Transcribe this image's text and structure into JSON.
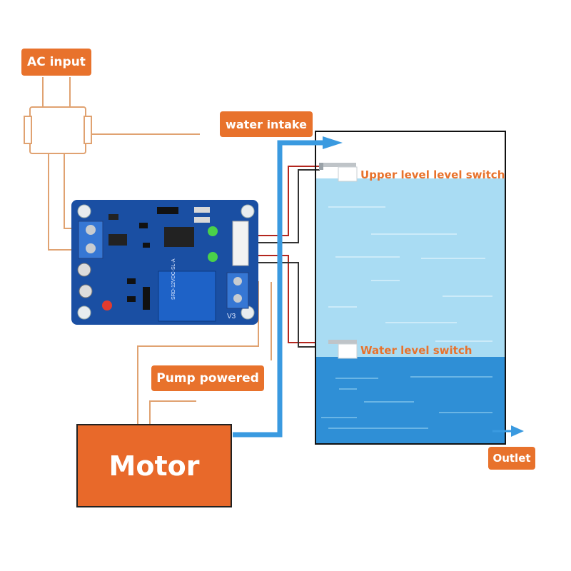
{
  "labels": {
    "ac_input": "AC input",
    "water_intake": "water intake",
    "upper_switch": "Upper level level switch",
    "water_switch": "Water level switch",
    "pump_powered": "Pump powered",
    "motor": "Motor",
    "outlet": "Outlet"
  },
  "board": {
    "version": "V3",
    "relay_model": "SRD-12VDC-SL-A"
  },
  "colors": {
    "accent_orange": "#e8722c",
    "wire_orange": "#e0a271",
    "water_light": "#a9dcf3",
    "water_dark": "#2f8fd6",
    "pipe_blue": "#3a9ae0",
    "board_blue": "#1a4fa3"
  }
}
